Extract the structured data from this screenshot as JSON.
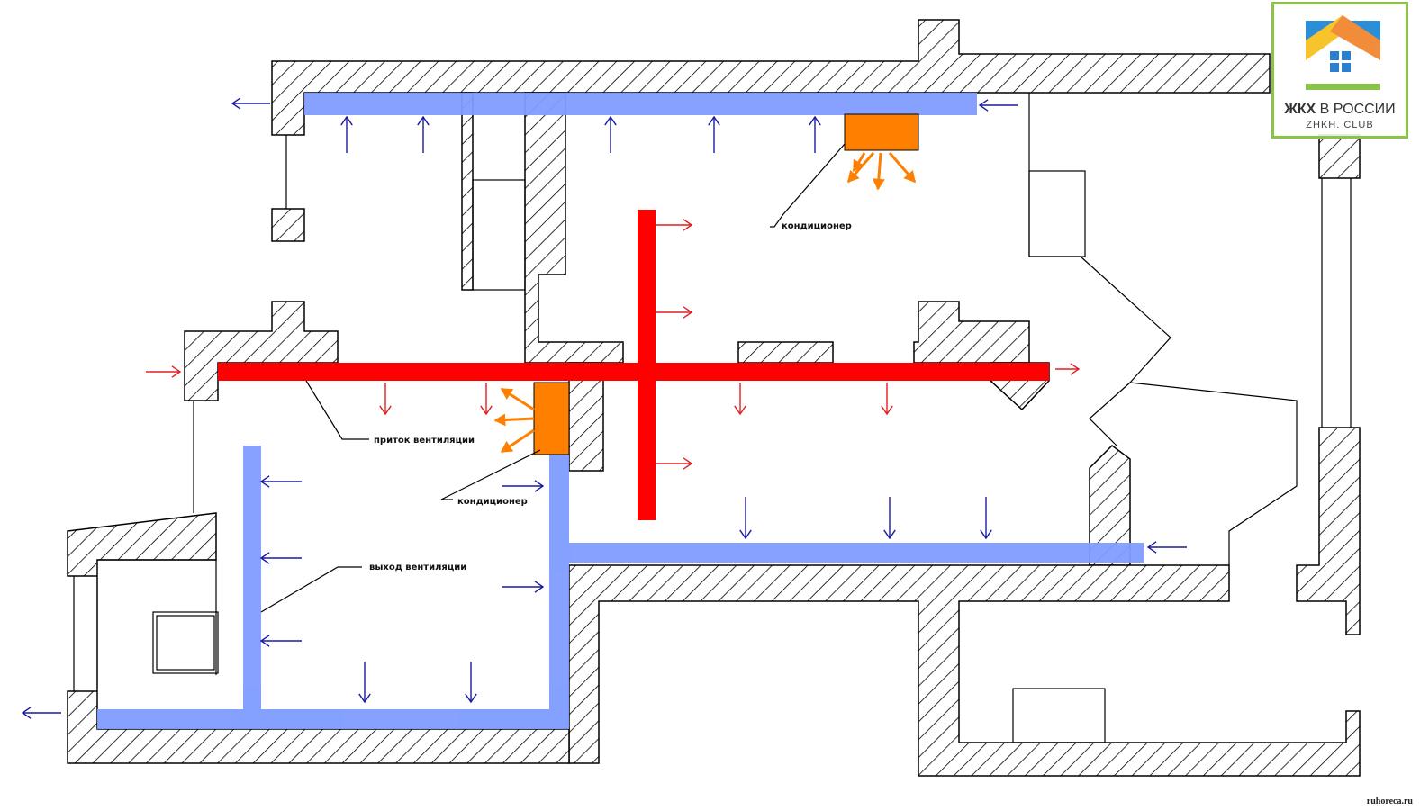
{
  "labels": {
    "ac_top": "кондиционер",
    "supply": "приток вентиляции",
    "ac_mid": "кондиционер",
    "exhaust": "выход вентиляции"
  },
  "logo": {
    "title_bold": "ЖКХ",
    "title_rest": " В РОССИИ",
    "subtitle": "ZHKH. CLUB"
  },
  "watermark": "ruhoreca.ru",
  "colors": {
    "exhaust_duct": "#7f9cff",
    "supply_duct": "#ff0000",
    "ac_unit": "#ff7f00",
    "exhaust_arrow": "#1a1aa0",
    "supply_arrow": "#e02020"
  }
}
